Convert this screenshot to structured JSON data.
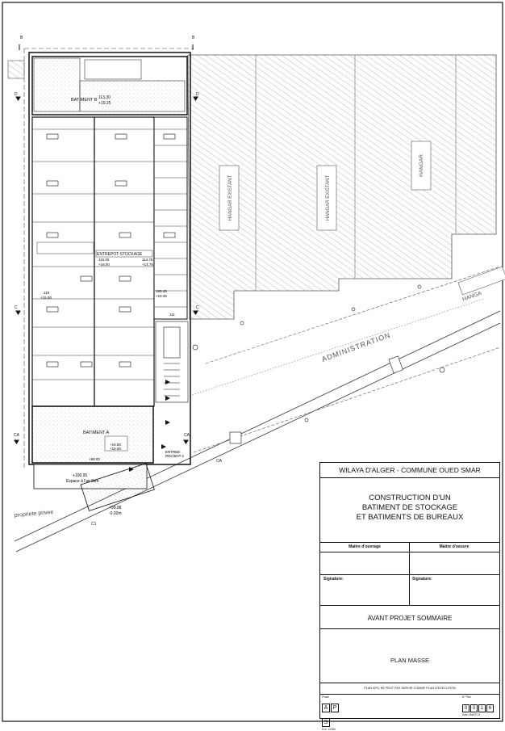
{
  "drawing": {
    "buildings": {
      "batiment_b": "BATIMENT B",
      "batiment_b_level": "+19.25",
      "batiment_b_level2": "113.30",
      "batiment_a": "BATIMENT A",
      "batiment_a_level": "+16.00",
      "batiment_a_level2": "+15.00",
      "entrepot": "ENTREPOT-STOCKAGE",
      "entrepot_level1": "116.00",
      "entrepot_level2": "+16.00",
      "entrepot_level3": "114.75",
      "entrepot_level4": "+14.75",
      "level_115": "115",
      "level_15": "+15.00",
      "level_16": "+16.00",
      "level_160": "160.45",
      "level_1045": "+10.45",
      "level_111": "111"
    },
    "hangars": {
      "h1": "HANGAR EXISTANT",
      "h2": "HANGAR EXISTANT",
      "h3": "HANGAR",
      "h4": "HANGA"
    },
    "road": "ADMINISTRATION",
    "private_property": "propriete privee",
    "espace": "Espace à l'air libre",
    "espace_level": "+100.95",
    "level_9998": "+99.98",
    "level_002": "-0.02m",
    "level_9900": "+99.00",
    "entree": "ENTREE",
    "entree_sub": "RDC/BAT-1",
    "section_labels": [
      "D",
      "D",
      "C",
      "C",
      "CA",
      "CA",
      "CA",
      "C1",
      "B",
      "B"
    ]
  },
  "title_block": {
    "region": "WILAYA D'ALGER - COMMUNE OUED SMAR",
    "project_line1": "CONSTRUCTION D'UN",
    "project_line2": "BATIMENT DE STOCKAGE",
    "project_line3": "ET BATIMENTS DE BUREAUX",
    "maitre_ouvrage": "Maitre d'ouvrage",
    "maitre_oeuvre": "Maitre d'oeuvre",
    "signature_left": "Signature:",
    "signature_right": "Signature:",
    "phase": "AVANT PROJET SOMMAIRE",
    "plan_title": "PLAN MASSE",
    "note": "PLAN APS, NE PEUT PAS SERVIR COMME PLAN D'EXECUTION",
    "phase_label": "Phase",
    "phase_code": [
      "A",
      "P",
      "S"
    ],
    "plan_no_label": "N° Plan",
    "plan_no": [
      "0",
      "0",
      "1",
      "6"
    ],
    "echelle_label": "Ech.",
    "echelle": "1/200e",
    "date_label": "Date:",
    "date": "MARS 22"
  }
}
